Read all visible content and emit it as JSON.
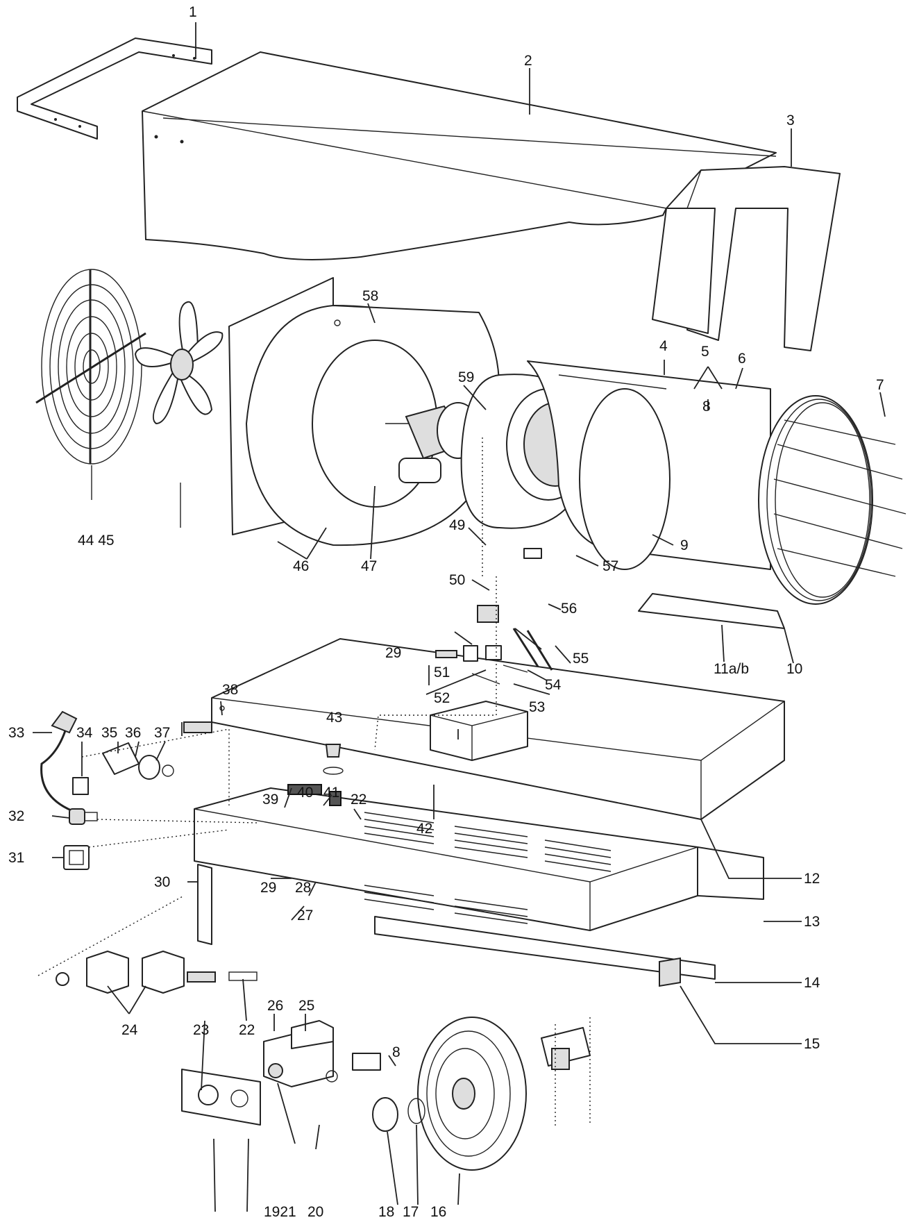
{
  "labels": {
    "l1": "1",
    "l2": "2",
    "l3": "3",
    "l4": "4",
    "l5": "5",
    "l6": "6",
    "l7": "7",
    "l8a": "8",
    "l8b": "8",
    "l9": "9",
    "l10": "10",
    "l11ab": "11a/b",
    "l12": "12",
    "l13": "13",
    "l14": "14",
    "l15": "15",
    "l16": "16",
    "l17": "17",
    "l18": "18",
    "l1921": "1921",
    "l20": "20",
    "l22a": "22",
    "l22b": "22",
    "l23": "23",
    "l24": "24",
    "l25": "25",
    "l26": "26",
    "l27": "27",
    "l28": "28",
    "l29a": "29",
    "l29b": "29",
    "l30": "30",
    "l31": "31",
    "l32": "32",
    "l33": "33",
    "l34": "34",
    "l35": "35",
    "l36": "36",
    "l37": "37",
    "l38": "38",
    "l39": "39",
    "l40": "40",
    "l41": "41",
    "l42": "42",
    "l43": "43",
    "l4445": "44 45",
    "l46": "46",
    "l47": "47",
    "l49": "49",
    "l50": "50",
    "l51": "51",
    "l52": "52",
    "l53": "53",
    "l54": "54",
    "l55": "55",
    "l56": "56",
    "l57": "57",
    "l58": "58",
    "l59": "59"
  }
}
